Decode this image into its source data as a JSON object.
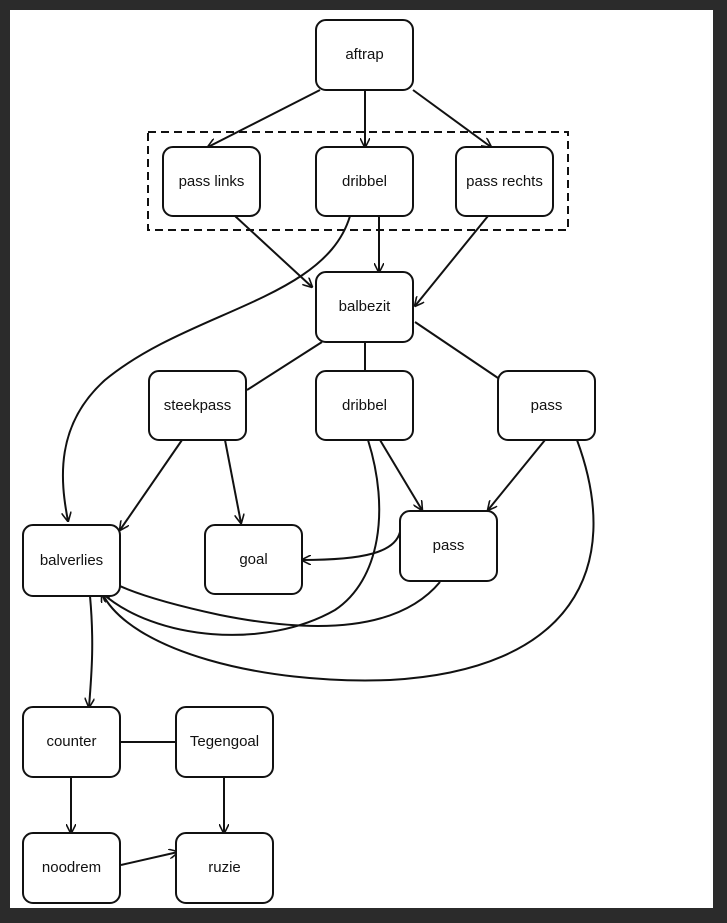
{
  "diagram": {
    "group": {
      "label": ""
    },
    "nodes": {
      "aftrap": "aftrap",
      "pass_links": "pass links",
      "dribbel_top": "dribbel",
      "pass_rechts": "pass rechts",
      "balbezit": "balbezit",
      "steekpass": "steekpass",
      "dribbel_mid": "dribbel",
      "pass_mid": "pass",
      "balverlies": "balverlies",
      "goal": "goal",
      "pass_low": "pass",
      "counter": "counter",
      "tegengoal": "Tegengoal",
      "noodrem": "noodrem",
      "ruzie": "ruzie"
    },
    "edges": [
      [
        "aftrap",
        "pass_links"
      ],
      [
        "aftrap",
        "dribbel_top"
      ],
      [
        "aftrap",
        "pass_rechts"
      ],
      [
        "pass_links",
        "balbezit"
      ],
      [
        "dribbel_top",
        "balbezit"
      ],
      [
        "pass_rechts",
        "balbezit"
      ],
      [
        "dribbel_top",
        "balverlies"
      ],
      [
        "balbezit",
        "steekpass"
      ],
      [
        "balbezit",
        "dribbel_mid"
      ],
      [
        "balbezit",
        "pass_mid"
      ],
      [
        "steekpass",
        "balverlies"
      ],
      [
        "steekpass",
        "goal"
      ],
      [
        "dribbel_mid",
        "pass_low"
      ],
      [
        "dribbel_mid",
        "balverlies"
      ],
      [
        "pass_mid",
        "pass_low"
      ],
      [
        "pass_mid",
        "balverlies"
      ],
      [
        "pass_low",
        "goal"
      ],
      [
        "pass_low",
        "balverlies"
      ],
      [
        "balverlies",
        "counter"
      ],
      [
        "counter",
        "tegengoal"
      ],
      [
        "counter",
        "noodrem"
      ],
      [
        "tegengoal",
        "ruzie"
      ],
      [
        "noodrem",
        "ruzie"
      ]
    ]
  }
}
